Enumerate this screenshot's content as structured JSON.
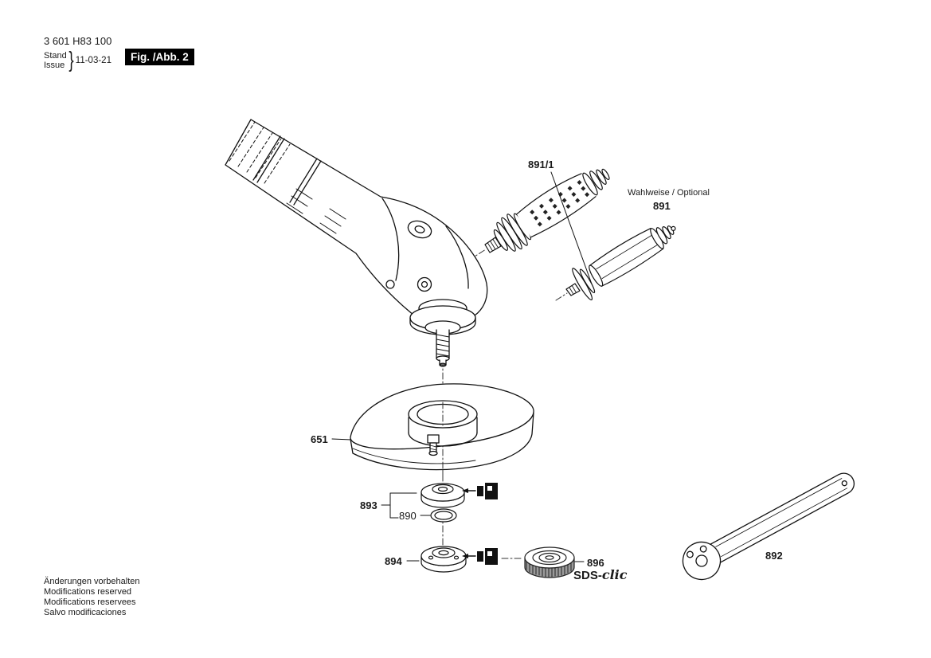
{
  "header": {
    "part_number": "3 601 H83 100",
    "stand_label": "Stand",
    "issue_label": "Issue",
    "brace": "}",
    "date": "11-03-21",
    "figure_label": "Fig. /Abb. 2"
  },
  "diagram": {
    "optional_note": "Wahlweise / Optional",
    "parts": {
      "p891_1": "891/1",
      "p891": "891",
      "p651": "651",
      "p893": "893",
      "p890": "890",
      "p894": "894",
      "p896": "896",
      "p892": "892"
    },
    "sds_logo_prefix": "SDS-",
    "sds_logo_suffix": "clic"
  },
  "footer": {
    "lines": [
      "Änderungen vorbehalten",
      "Modifications reserved",
      "Modifications reservees",
      "Salvo modificaciones"
    ]
  }
}
